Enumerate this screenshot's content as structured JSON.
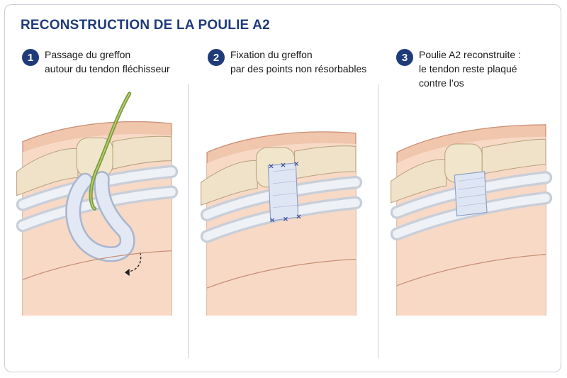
{
  "title": "RECONSTRUCTION DE LA POULIE A2",
  "steps": [
    {
      "number": "1",
      "lines": [
        "Passage du greffon",
        "autour du tendon fléchisseur"
      ]
    },
    {
      "number": "2",
      "lines": [
        "Fixation du greffon",
        "par des points non résorbables"
      ]
    },
    {
      "number": "3",
      "lines": [
        "Poulie A2 reconstruite :",
        "le tendon reste plaqué",
        "contre l’os"
      ]
    }
  ],
  "colors": {
    "title": "#1f3b7a",
    "badge": "#1f3b7a",
    "skin": "#f0c6ad",
    "bone": "#efe2c8",
    "tendon": "#e4e9f0",
    "graft": "#dfe6f3",
    "guide_wire": "#7d9a3a",
    "suture": "#3b4f9c"
  }
}
